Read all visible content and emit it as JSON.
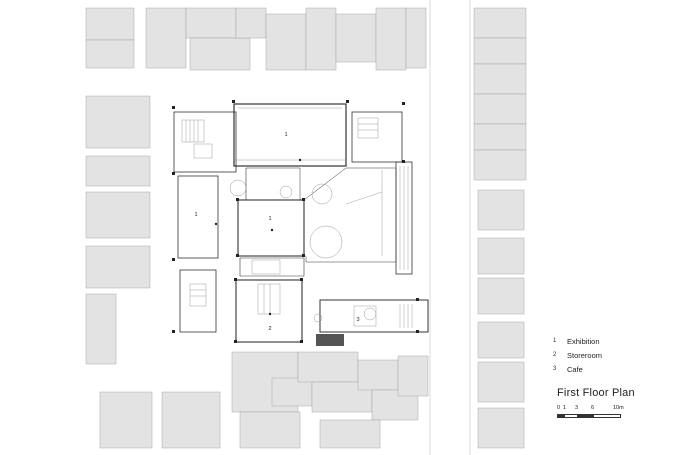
{
  "title": "First Floor Plan",
  "legend": [
    {
      "num": "1",
      "label": "Exhibition"
    },
    {
      "num": "2",
      "label": "Storeroom"
    },
    {
      "num": "3",
      "label": "Cafe"
    }
  ],
  "room_labels": [
    "1",
    "1",
    "1",
    "2",
    "3"
  ],
  "scale": {
    "ticks": [
      "0",
      "1",
      "3",
      "6",
      "10m"
    ]
  },
  "colors": {
    "neighbor_fill": "#e2e2e2",
    "line": "#333333",
    "tree": "#cfcfcf"
  }
}
